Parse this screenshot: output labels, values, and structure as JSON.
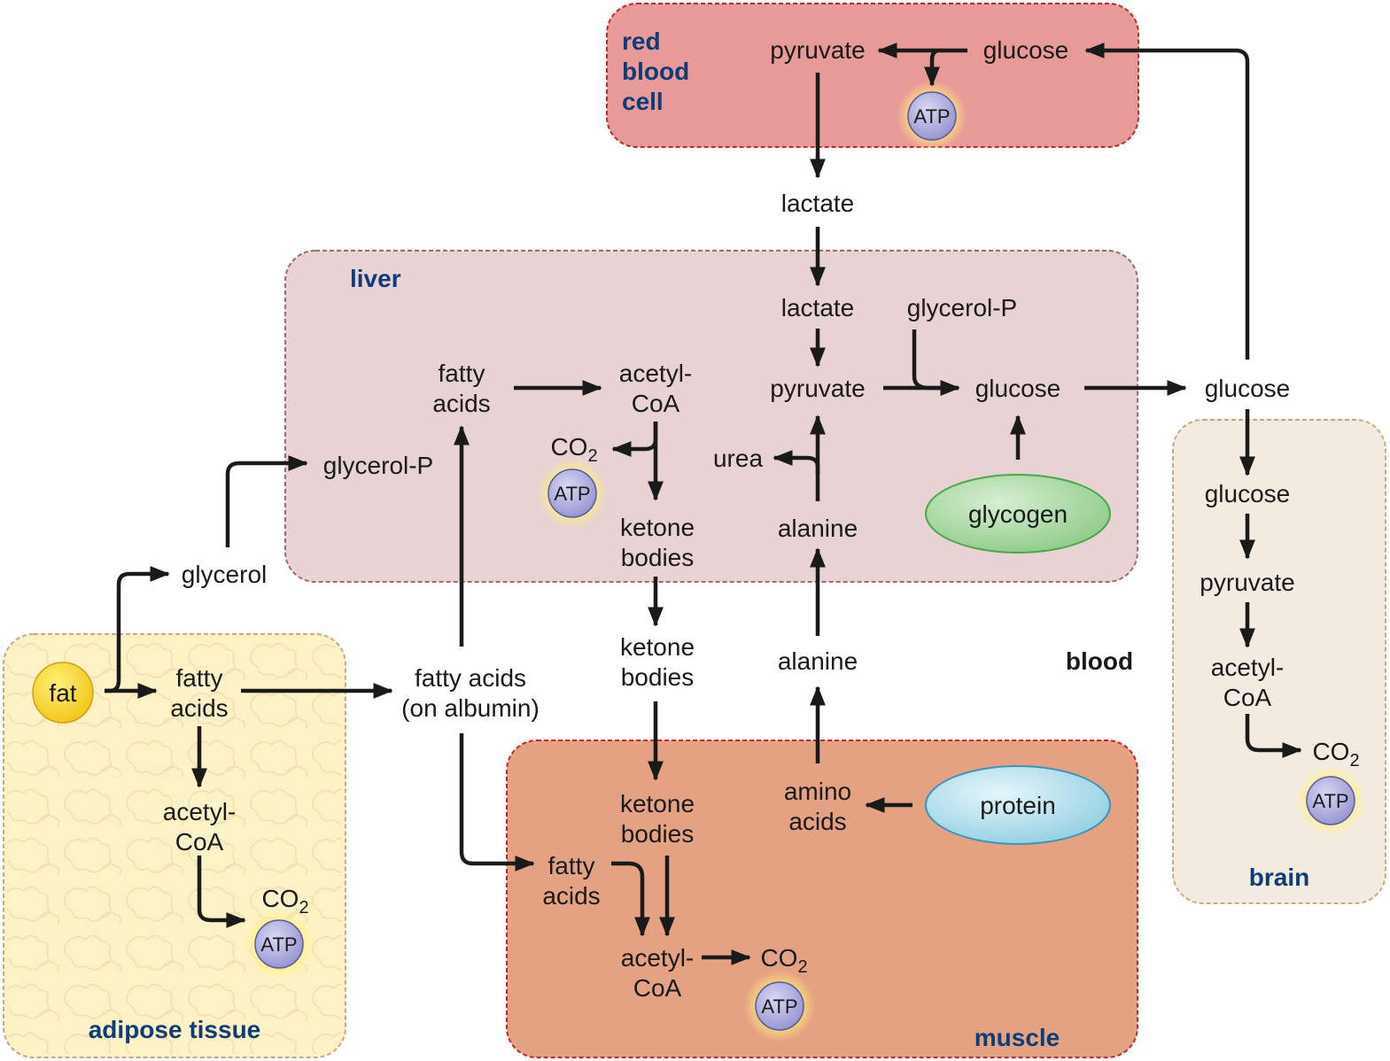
{
  "compartments": {
    "red_blood_cell": {
      "title": "red\nblood\ncell",
      "fill": "#e89a98",
      "border": "#c0282a"
    },
    "liver": {
      "title": "liver",
      "fill": "#e8d2d3",
      "border": "#a06a6e"
    },
    "brain": {
      "title": "brain",
      "fill": "#f4ebe0",
      "border": "#c9a882"
    },
    "adipose": {
      "title": "adipose tissue",
      "fill": "#fdf1c6",
      "border": "#c9a882"
    },
    "muscle": {
      "title": "muscle",
      "fill": "#e5a283",
      "border": "#c0282a"
    },
    "blood": {
      "title": "blood"
    }
  },
  "labels": {
    "rbc_glucose": "glucose",
    "rbc_pyruvate": "pyruvate",
    "lactate_blood": "lactate",
    "liver_lactate": "lactate",
    "liver_glycerol_p_top": "glycerol-P",
    "liver_pyruvate": "pyruvate",
    "liver_glucose": "glucose",
    "liver_fatty_acids": "fatty\nacids",
    "liver_acetyl_coa": "acetyl-\nCoA",
    "liver_co2": "CO2",
    "liver_ketone_bodies": "ketone\nbodies",
    "liver_urea": "urea",
    "liver_alanine": "alanine",
    "liver_glycerol_p": "glycerol-P",
    "glycogen": "glycogen",
    "blood_glucose": "glucose",
    "blood_glycerol": "glycerol",
    "blood_fatty_acids": "fatty acids\n(on albumin)",
    "blood_ketone_bodies": "ketone\nbodies",
    "blood_alanine": "alanine",
    "adipose_fat": "fat",
    "adipose_fatty_acids": "fatty\nacids",
    "adipose_acetyl_coa": "acetyl-\nCoA",
    "adipose_co2": "CO2",
    "muscle_ketone_bodies": "ketone\nbodies",
    "muscle_amino_acids": "amino\nacids",
    "protein": "protein",
    "muscle_fatty_acids": "fatty\nacids",
    "muscle_acetyl_coa": "acetyl-\nCoA",
    "muscle_co2": "CO2",
    "brain_glucose": "glucose",
    "brain_pyruvate": "pyruvate",
    "brain_acetyl_coa": "acetyl-\nCoA",
    "brain_co2": "CO2"
  },
  "atp": {
    "label": "ATP"
  },
  "colors": {
    "arrow": "#1a1a1a",
    "title_blue": "#0d3c78",
    "atp_fill": "#a9a8dc",
    "atp_glow": "#fff27a",
    "fat_fill": "#f8d82a",
    "glycogen_fill": "#a6d6a0",
    "protein_fill": "#acdaea"
  }
}
